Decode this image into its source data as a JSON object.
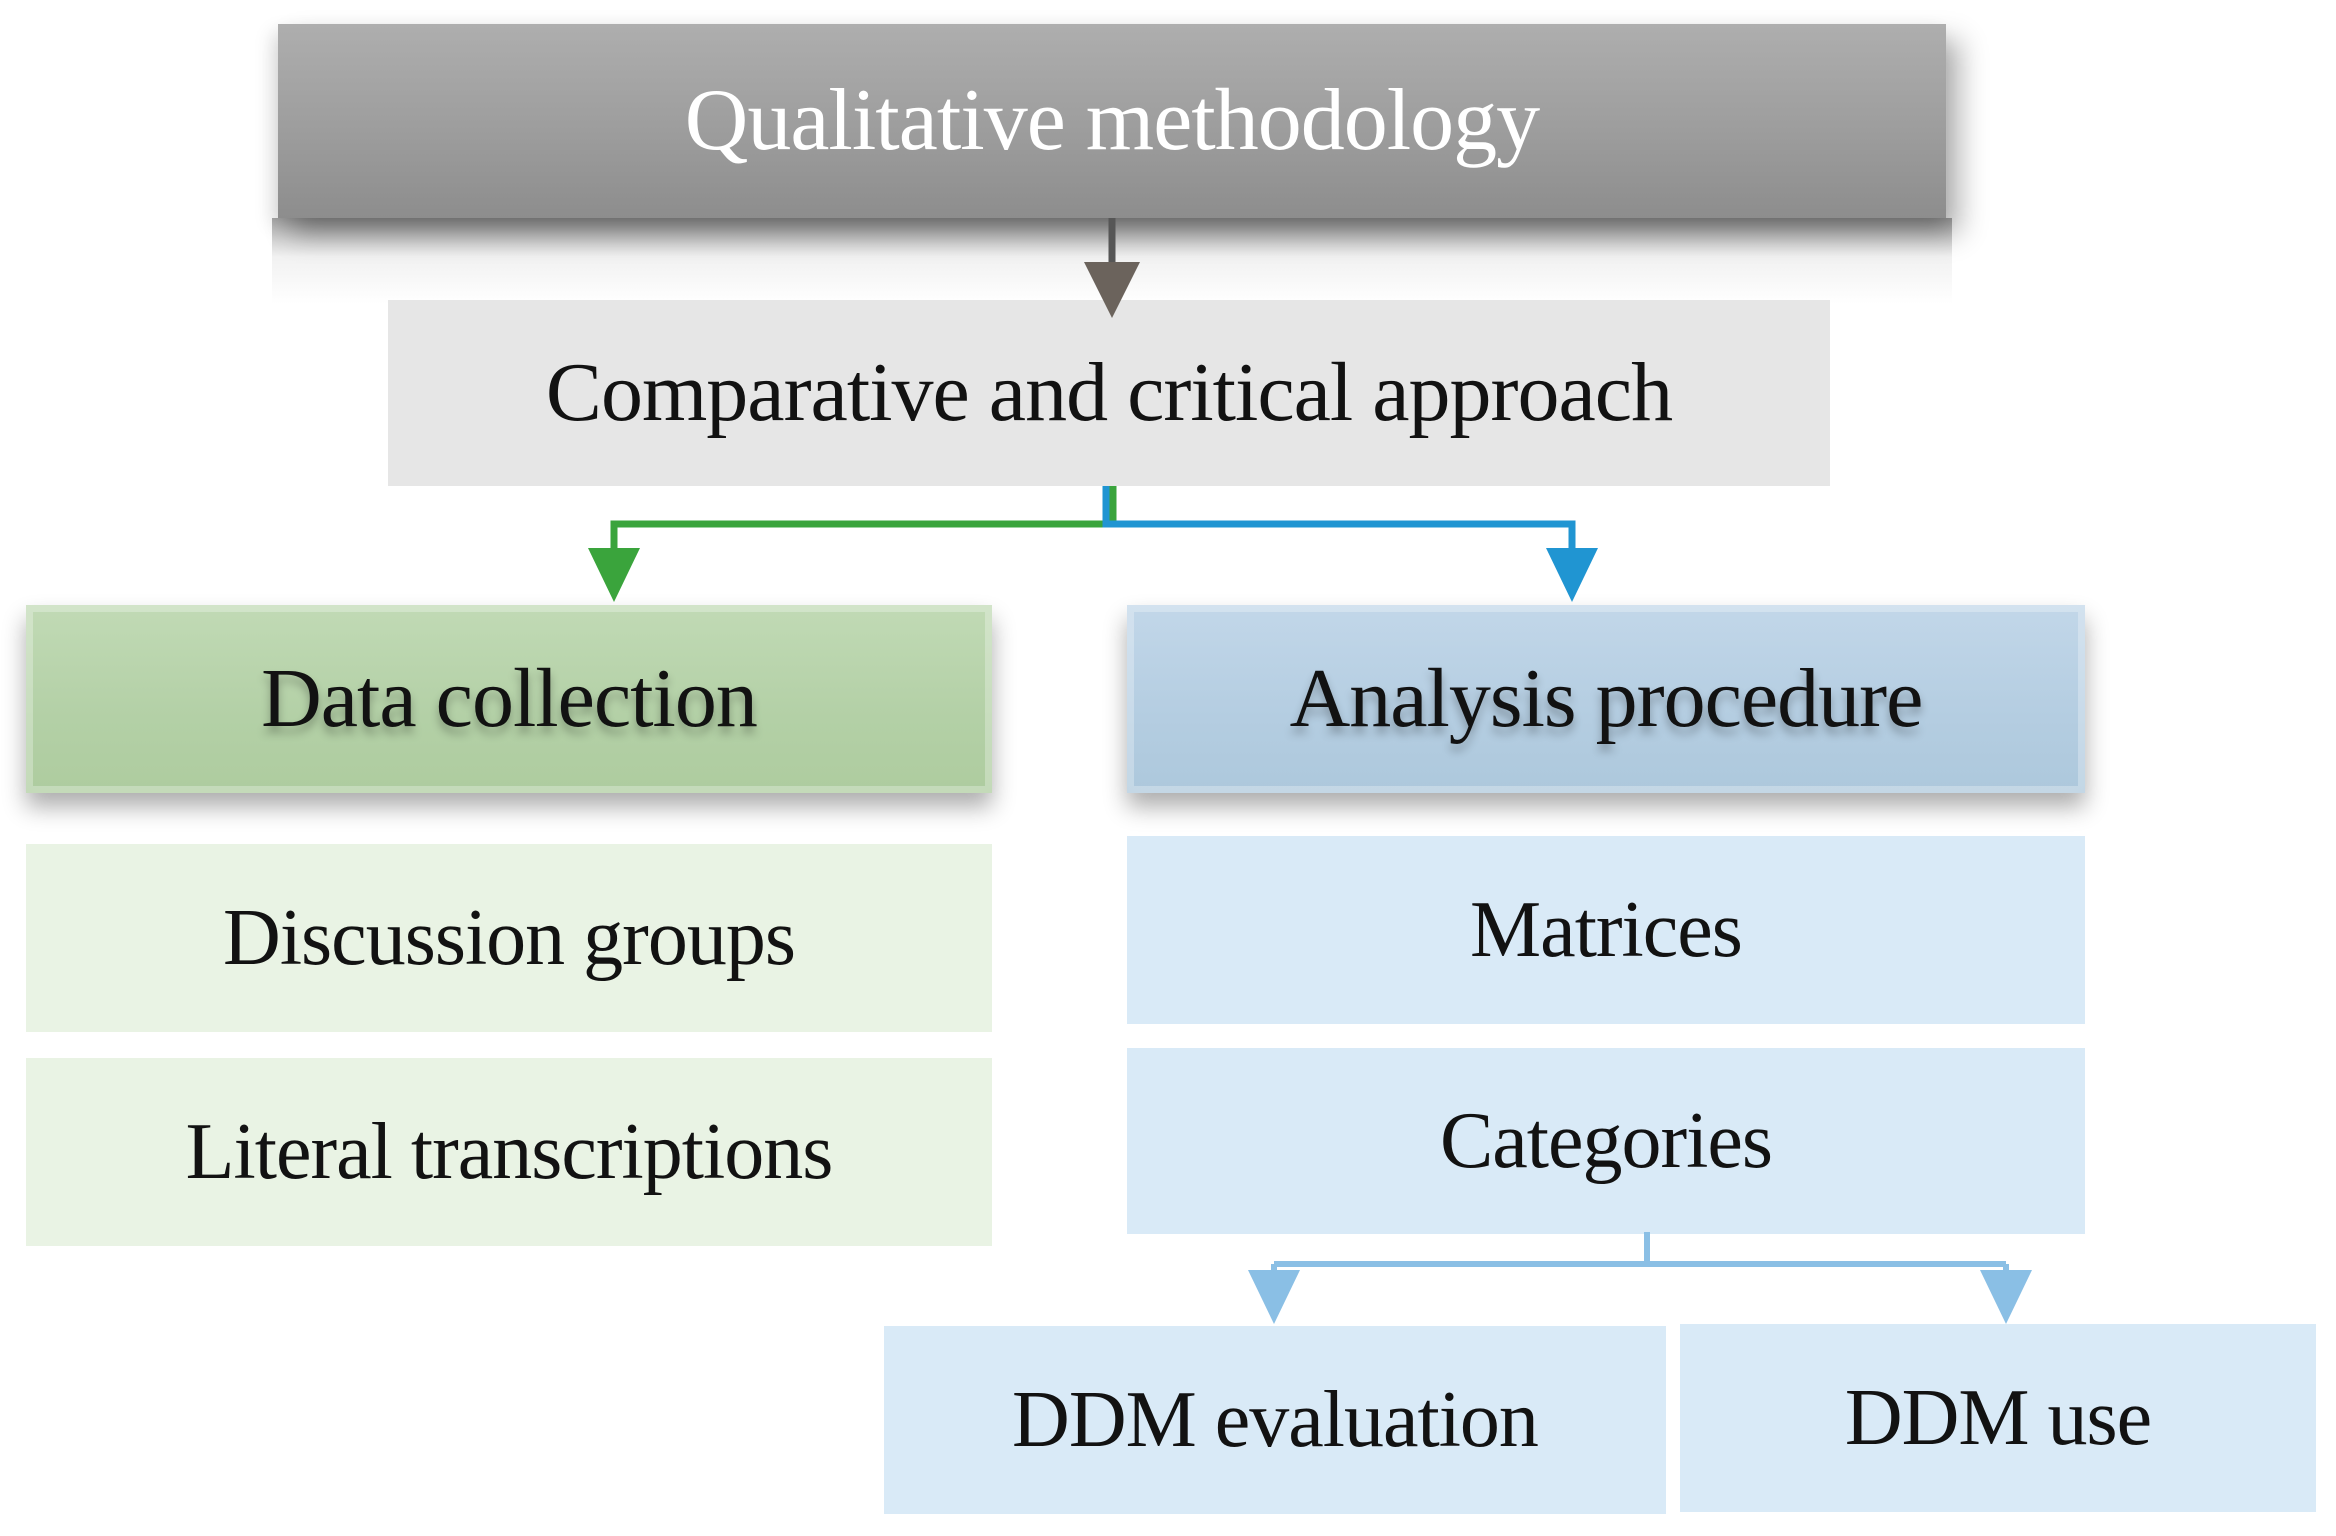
{
  "diagram": {
    "root": "Qualitative methodology",
    "level2": "Comparative and critical approach",
    "branches": [
      {
        "header": "Data collection",
        "children": [
          "Discussion groups",
          "Literal transcriptions"
        ]
      },
      {
        "header": "Analysis procedure",
        "children": [
          "Matrices",
          "Categories"
        ],
        "grandchildren": [
          "DDM evaluation",
          "DDM use"
        ]
      }
    ]
  },
  "colors": {
    "title_box_gray": "#9d9d9d",
    "approach_box_gray": "#e6e6e6",
    "green_header_fill": "#b5d1a9",
    "green_light_fill": "#e9f3e4",
    "blue_header_fill": "#b7cfe2",
    "blue_light_fill": "#d9eaf7",
    "arrow_dark_shaft": "#565656",
    "arrow_dark_head": "#6b635c",
    "arrow_green": "#3aa43c",
    "arrow_blue": "#2095d2",
    "arrow_lightblue": "#8abfe5",
    "text_dark": "#121212",
    "text_light": "#ffffff"
  }
}
